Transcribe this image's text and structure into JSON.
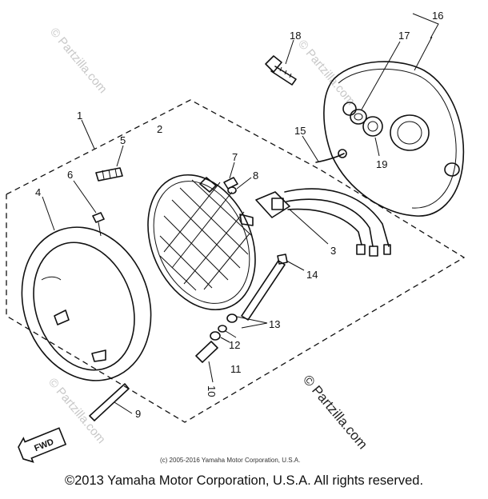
{
  "callouts": [
    "1",
    "2",
    "3",
    "4",
    "5",
    "6",
    "7",
    "8",
    "9",
    "10",
    "11",
    "12",
    "13",
    "14",
    "15",
    "16",
    "17",
    "18",
    "19"
  ],
  "watermark": "© Partzilla.com",
  "direction_label": "FWD",
  "small_copyright": "(c) 2005-2016 Yamaha Motor Corporation, U.S.A.",
  "footer_copyright": "©2013 Yamaha Motor Corporation, U.S.A. All rights reserved."
}
